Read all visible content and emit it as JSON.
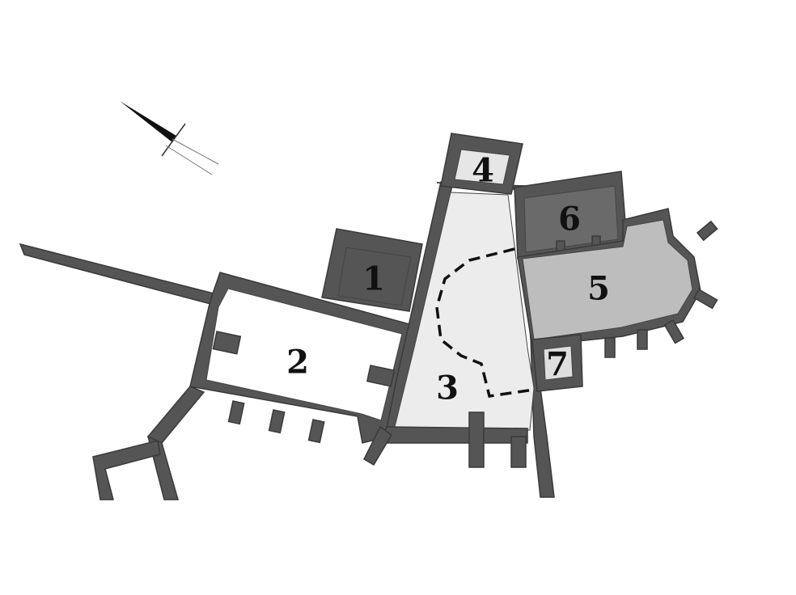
{
  "colors": {
    "wall": "#555555",
    "wall_outline": "#3a3a3a",
    "room1": "#555555",
    "room2": "#ffffff",
    "room3": "#ececec",
    "room4": "#e6e6e6",
    "room5": "#bdbdbd",
    "room6": "#6a6a6a",
    "room7": "#dedede",
    "dashed_line": "#111111"
  },
  "rooms": [
    {
      "id": "room1",
      "label": "1"
    },
    {
      "id": "room2",
      "label": "2"
    },
    {
      "id": "room3",
      "label": "3"
    },
    {
      "id": "room4",
      "label": "4"
    },
    {
      "id": "room5",
      "label": "5"
    },
    {
      "id": "room6",
      "label": "6"
    },
    {
      "id": "room7",
      "label": "7"
    }
  ],
  "north_arrow": {
    "icon": "north-arrow-icon"
  }
}
